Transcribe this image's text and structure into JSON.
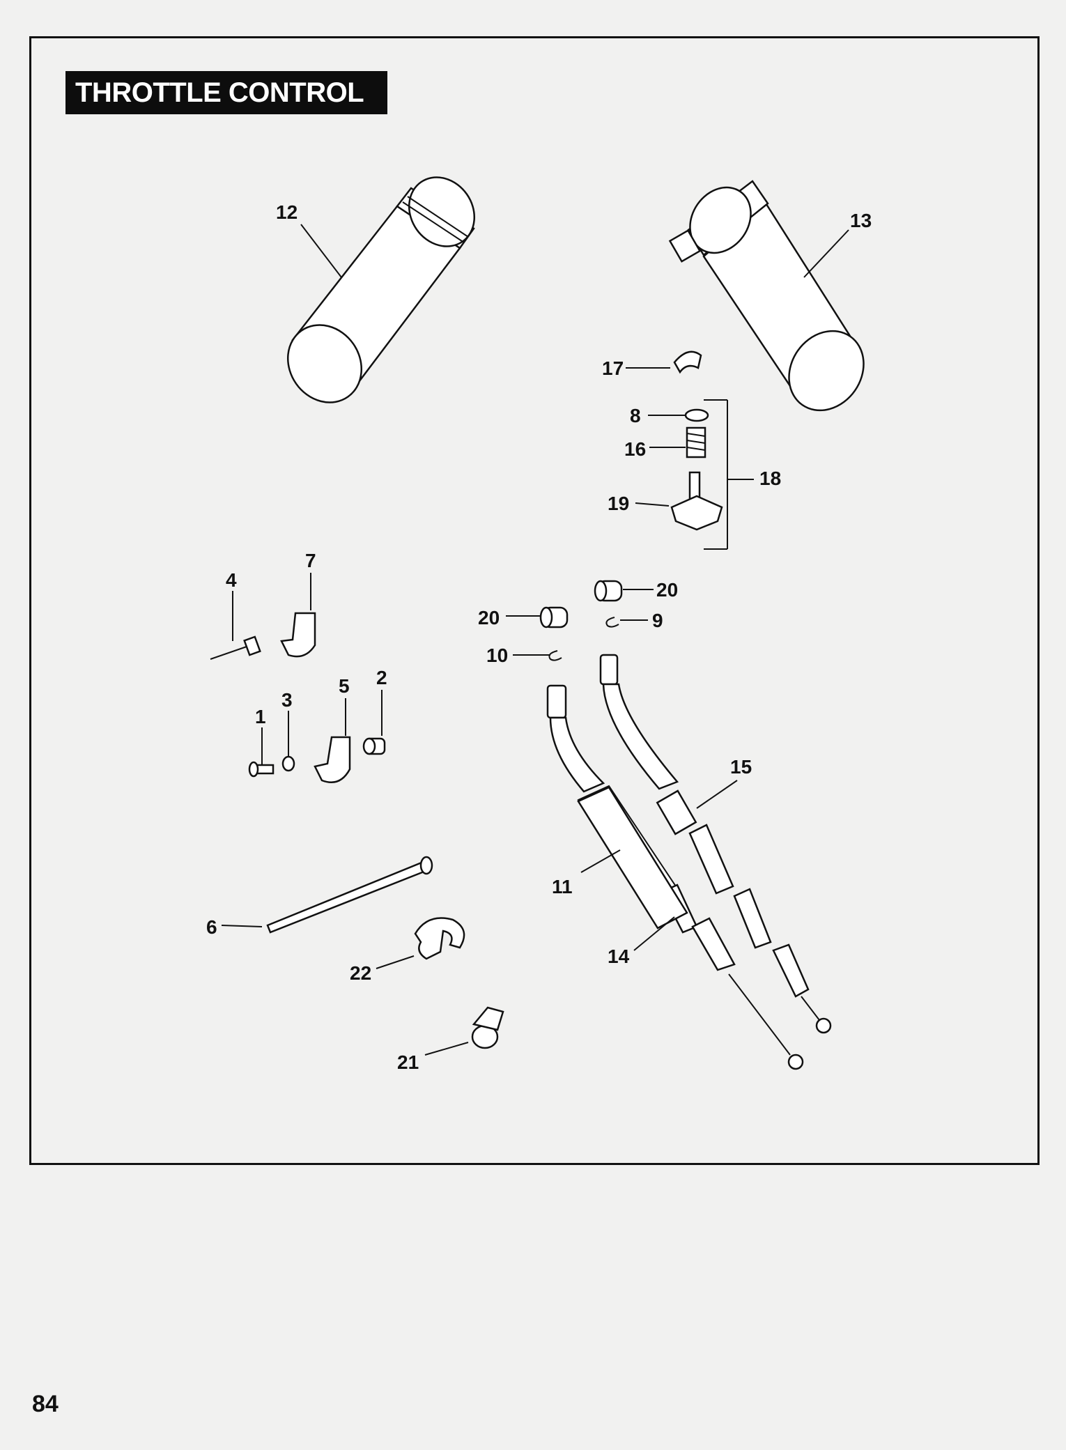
{
  "header": {
    "title": "THROTTLE CONTROL"
  },
  "footer": {
    "page_number": "84"
  },
  "callouts": {
    "c1": "1",
    "c2": "2",
    "c3": "3",
    "c4": "4",
    "c5": "5",
    "c6": "6",
    "c7": "7",
    "c8": "8",
    "c9": "9",
    "c10": "10",
    "c11": "11",
    "c12": "12",
    "c13": "13",
    "c14": "14",
    "c15": "15",
    "c16": "16",
    "c17": "17",
    "c18": "18",
    "c19": "19",
    "c20a": "20",
    "c20b": "20",
    "c21": "21",
    "c22": "22"
  }
}
